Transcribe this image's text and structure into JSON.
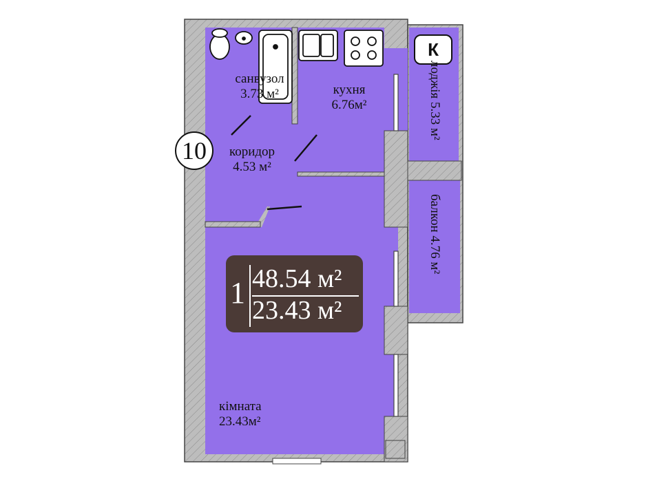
{
  "apartment_number": "10",
  "compass_label": "К",
  "rooms": {
    "bathroom": {
      "name": "санвузол",
      "area": "3.73 м²"
    },
    "kitchen": {
      "name": "кухня",
      "area": "6.76м²"
    },
    "corridor": {
      "name": "коридор",
      "area": "4.53 м²"
    },
    "living_room": {
      "name": "кімната",
      "area": "23.43м²"
    },
    "loggia": {
      "label": "лоджія 5.33 м²"
    },
    "balcony": {
      "label": "балкон 4.76 м²"
    }
  },
  "summary": {
    "room_count": "1",
    "total_area": "48.54 м²",
    "living_area": "23.43 м²"
  },
  "colors": {
    "room_fill": "#9370ea",
    "wall_fill": "#bdbdbd",
    "card_fill": "#4b3a36"
  }
}
